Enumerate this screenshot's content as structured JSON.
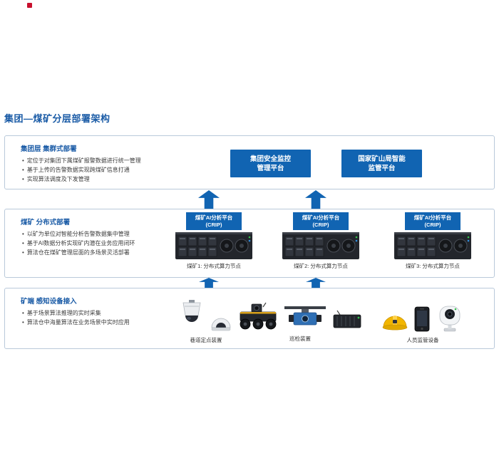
{
  "title": "集团—煤矿分层部署架构",
  "colors": {
    "primary_blue": "#1164b2",
    "title_blue": "#1a5ba6",
    "band_border": "#b9c9da"
  },
  "group_layer": {
    "heading": "集团层 集群式部署",
    "bullets": [
      "定位于对集团下属煤矿报警数据进行统一管理",
      "基于上传的告警数据实现跨煤矿信息打通",
      "实现算法调度及下发管理"
    ],
    "platforms": [
      {
        "label": "集团安全监控\n管理平台"
      },
      {
        "label": "国家矿山局智能\n监管平台"
      }
    ]
  },
  "mine_layer": {
    "heading": "煤矿 分布式部署",
    "bullets": [
      "以矿为单位对智能分析告警数据集中管理",
      "基于AI数据分析实现矿内潜在业务应用闭环",
      "算法仓在煤矿管理层面的多场景灵活部署"
    ],
    "nodes": [
      {
        "platform_label": "煤矿AI分析平台\n(CRIP)",
        "caption": "煤矿1: 分布式算力节点"
      },
      {
        "platform_label": "煤矿AI分析平台\n(CRIP)",
        "caption": "煤矿2: 分布式算力节点"
      },
      {
        "platform_label": "煤矿AI分析平台\n(CRIP)",
        "caption": "煤矿3: 分布式算力节点"
      }
    ]
  },
  "edge_layer": {
    "heading": "矿端 感知设备接入",
    "bullets": [
      "基于场景算法推理的实时采集",
      "算法仓中海量算法在业务场景中实时应用"
    ],
    "device_groups": [
      {
        "caption": "巷道定点装置"
      },
      {
        "caption": "巡检装置"
      },
      {
        "caption": "人员监管设备"
      }
    ]
  }
}
